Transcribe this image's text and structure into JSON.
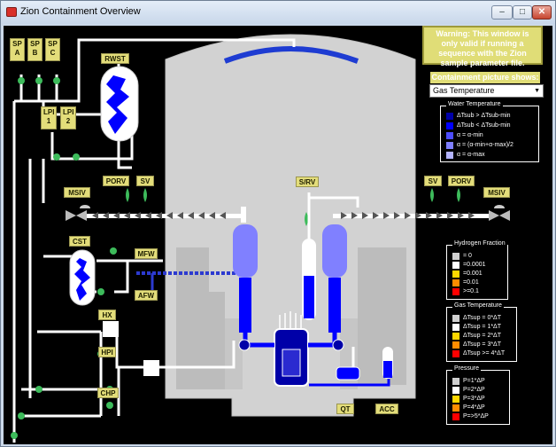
{
  "window": {
    "title": "Zion Containment Overview",
    "controls": {
      "minimize": "–",
      "maximize": "□",
      "close": "✕"
    }
  },
  "warning_text": "Warning: This window is only valid if running a sequence with the Zion sample parameter file.",
  "containment_shows": {
    "label": "Containment picture shows:",
    "selected": "Gas Temperature"
  },
  "components": {
    "sp_a": "SP\nA",
    "sp_b": "SP\nB",
    "sp_c": "SP\nC",
    "rwst": "RWST",
    "lpi1": "LPI\n1",
    "lpi2": "LPI\n2",
    "porv_left": "PORV",
    "sv_left": "SV",
    "msiv_left": "MSIV",
    "cst": "CST",
    "mfw": "MFW",
    "afw": "AFW",
    "hx": "HX",
    "hpi": "HPI",
    "chp": "CHP",
    "srv": "S/RV",
    "sv_right": "SV",
    "porv_right": "PORV",
    "msiv_right": "MSIV",
    "qt": "QT",
    "acc": "ACC"
  },
  "legends": {
    "water_temperature": {
      "title": "Water Temperature",
      "items": [
        {
          "label": "ΔTsub > ΔTsub-min",
          "color": "#0000a8"
        },
        {
          "label": "ΔTsub < ΔTsub-min",
          "color": "#0000ff"
        },
        {
          "label": "α = α-min",
          "color": "#4d4dff"
        },
        {
          "label": "α = (α-min+α-max)/2",
          "color": "#7f7fff"
        },
        {
          "label": "α = α-max",
          "color": "#b4b4ff"
        }
      ]
    },
    "hydrogen_fraction": {
      "title": "Hydrogen Fraction",
      "items": [
        {
          "label": "= 0",
          "color": "#d0d0d0"
        },
        {
          "label": "=0.0001",
          "color": "#ffffff"
        },
        {
          "label": "=0.001",
          "color": "#ffd700"
        },
        {
          "label": "=0.01",
          "color": "#ff8c00"
        },
        {
          "label": ">=0.1",
          "color": "#ff0000"
        }
      ]
    },
    "gas_temperature": {
      "title": "Gas Temperature",
      "items": [
        {
          "label": "ΔTsup = 0*ΔT",
          "color": "#d0d0d0"
        },
        {
          "label": "ΔTsup = 1*ΔT",
          "color": "#ffffff"
        },
        {
          "label": "ΔTsup = 2*ΔT",
          "color": "#ffd700"
        },
        {
          "label": "ΔTsup = 3*ΔT",
          "color": "#ff8c00"
        },
        {
          "label": "ΔTsup >= 4*ΔT",
          "color": "#ff0000"
        }
      ]
    },
    "pressure": {
      "title": "Pressure",
      "items": [
        {
          "label": "P=1*ΔP",
          "color": "#d0d0d0"
        },
        {
          "label": "P=2*ΔP",
          "color": "#ffffff"
        },
        {
          "label": "P=3*ΔP",
          "color": "#ffd700"
        },
        {
          "label": "P=4*ΔP",
          "color": "#ff8c00"
        },
        {
          "label": "P=>5*ΔP",
          "color": "#ff0000"
        }
      ]
    }
  },
  "colors": {
    "containment": "#d2d2d2",
    "containment_shade": "#bcbcbc",
    "pipe": "#ffffff",
    "water": "#0000ff",
    "water_light": "#8080ff",
    "label_bg": "#e3dd7a",
    "valve_green": "#3dbb5b"
  },
  "icons": [
    "valve-icon",
    "check-valve-icon",
    "pump-icon",
    "window-app-icon"
  ]
}
